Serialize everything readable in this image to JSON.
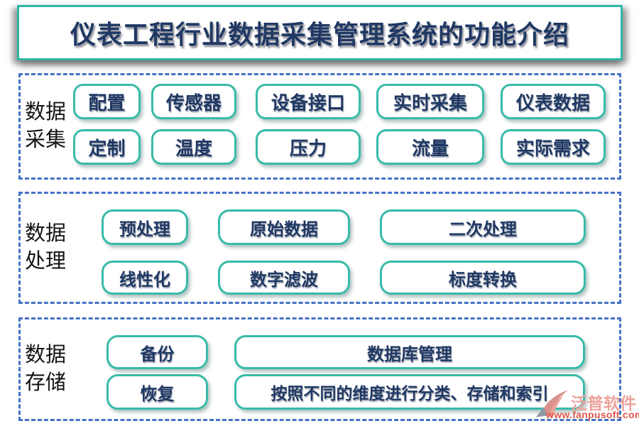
{
  "title": "仪表工程行业数据采集管理系统的功能介绍",
  "sections": [
    {
      "label": "数据采集",
      "buttons": [
        "配置",
        "传感器",
        "设备接口",
        "实时采集",
        "仪表数据",
        "定制",
        "温度",
        "压力",
        "流量",
        "实际需求"
      ]
    },
    {
      "label": "数据处理",
      "buttons": [
        "预处理",
        "原始数据",
        "二次处理",
        "线性化",
        "数字滤波",
        "标度转换"
      ]
    },
    {
      "label": "数据存储",
      "buttons": [
        "备份",
        "数据库管理",
        "恢复",
        "按照不同的维度进行分类、存储和索引"
      ]
    }
  ],
  "watermark": {
    "brand": "泛普软件",
    "url": "www.fanpusoft.com",
    "logo_icon": "fanpu-pen-logo"
  },
  "colors": {
    "button_border_teal": "#38bba8",
    "title_border_teal": "#2eb9a5",
    "panel_dashed_blue": "#4472c4",
    "text_navy": "#1f3864",
    "label_black": "#141414",
    "watermark_pink": "#eba39c",
    "watermark_red": "#e0584a"
  }
}
